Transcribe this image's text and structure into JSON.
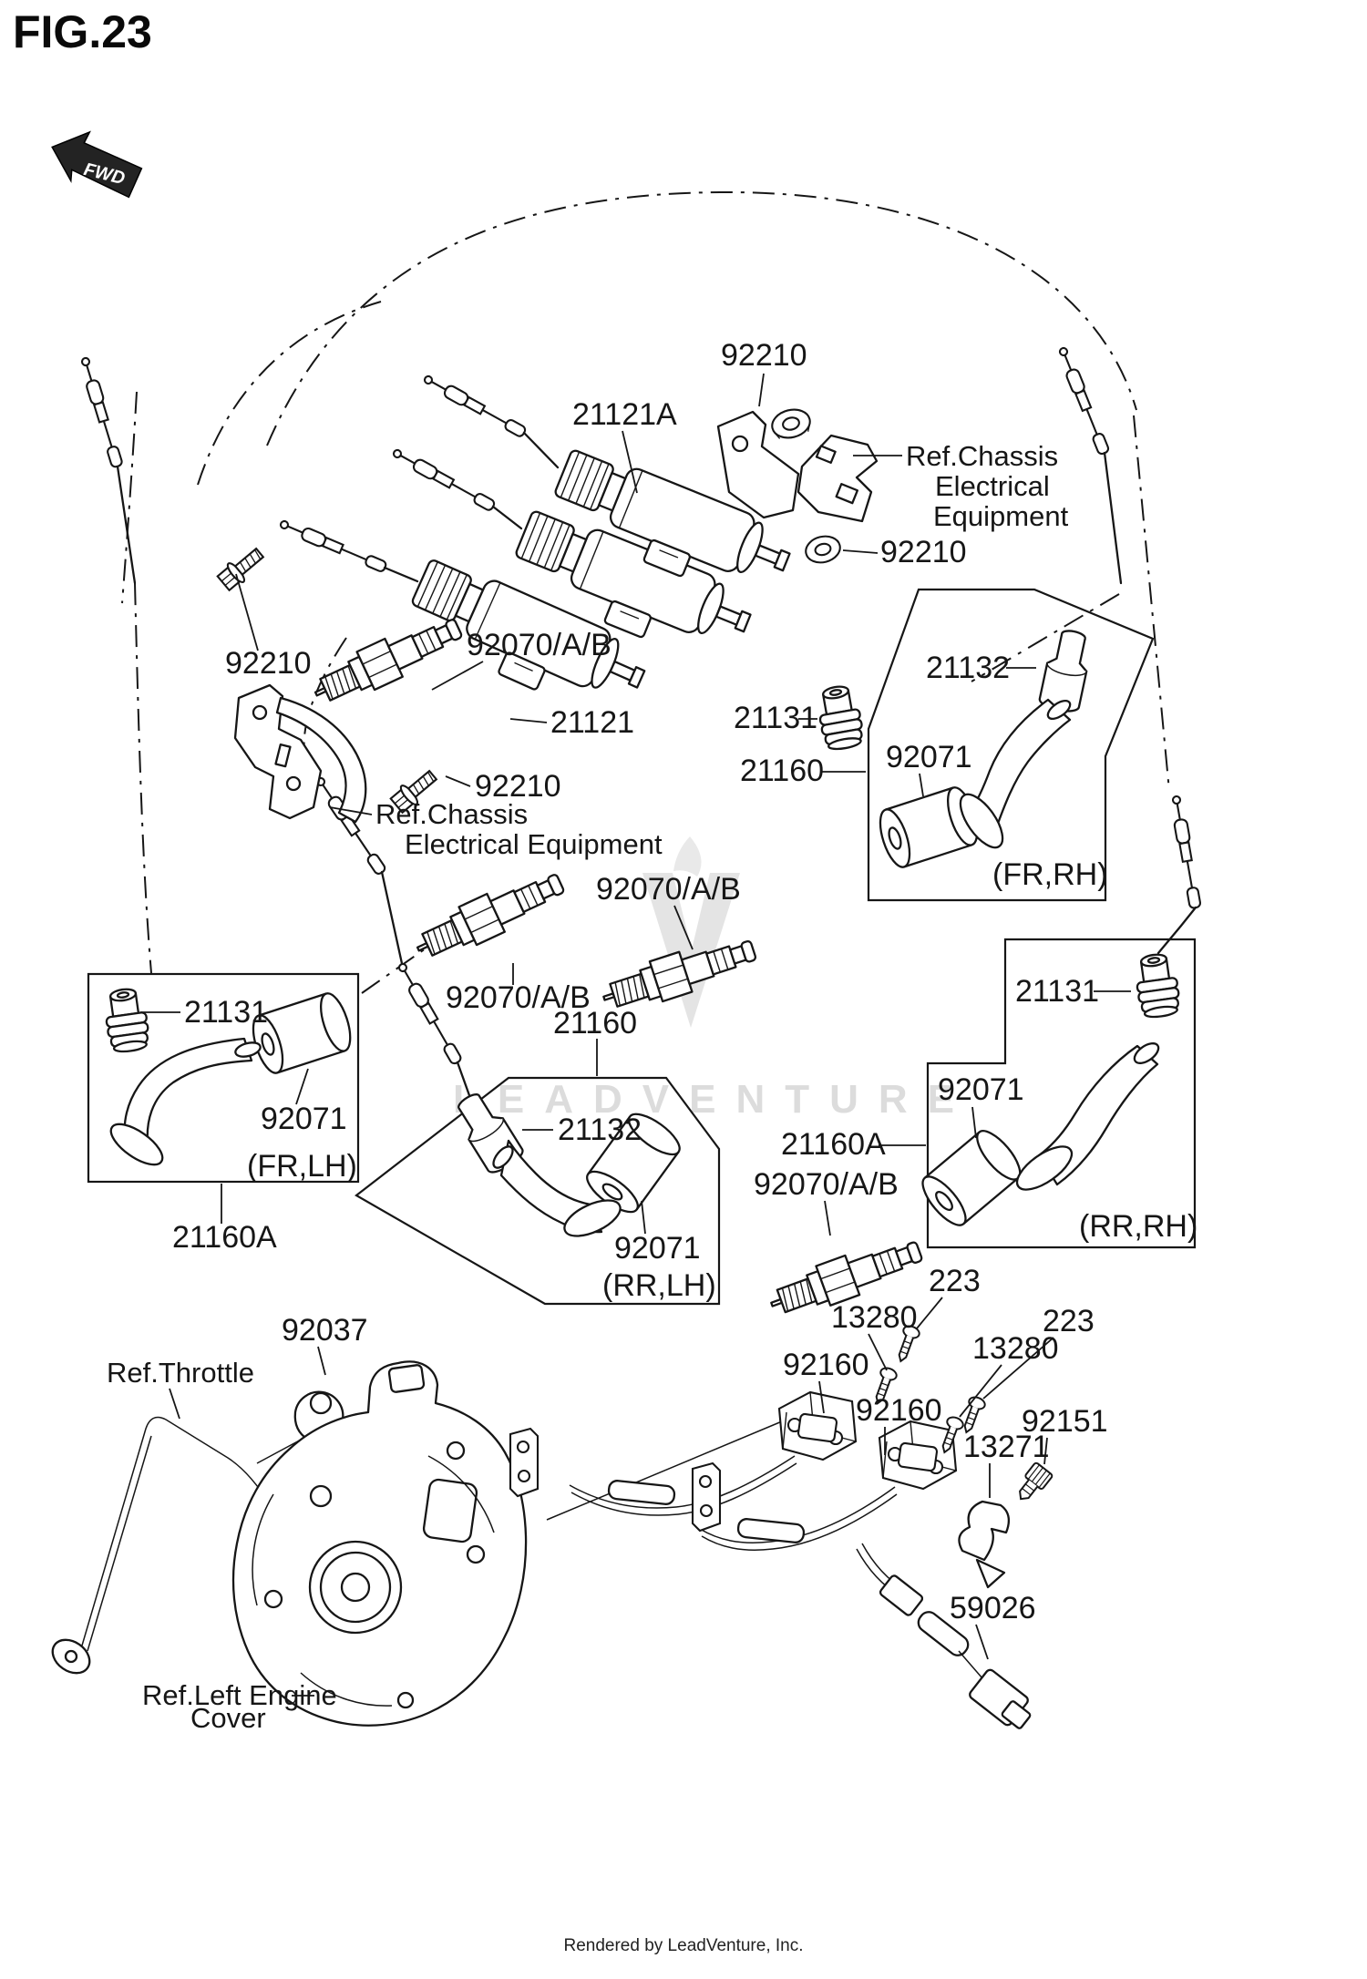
{
  "figure": {
    "title": "FIG.23"
  },
  "fwd_arrow": {
    "label": "FWD"
  },
  "watermark": {
    "text": "LEADVENTURE"
  },
  "footer": {
    "credit": "Rendered by LeadVenture, Inc."
  },
  "callouts": {
    "nut_top": "92210",
    "coil_upper": "21121A",
    "ref_chassis_top_1": "Ref.Chassis",
    "ref_chassis_top_2": "Electrical",
    "ref_chassis_top_3": "Equipment",
    "washer_right": "92210",
    "bolt_left": "92210",
    "coil_lower": "21121",
    "bolt_mid": "92210",
    "ref_chassis_left_1": "Ref.Chassis",
    "ref_chassis_left_2": "Electrical Equipment",
    "plug_front_left": "92070/A/B",
    "plug_mid": "92070/A/B",
    "plug_front_right": "92070/A/B",
    "plug_rear_right": "92070/A/B",
    "cap_21131_fr_rh": "21131",
    "assy_21160_fr_rh": "21160",
    "damper_92071_fr_rh": "92071",
    "boot_21132_fr_rh": "21132",
    "tag_fr_rh": "(FR,RH)",
    "cap_21131_fr_lh": "21131",
    "damper_92071_fr_lh": "92071",
    "tag_fr_lh": "(FR,LH)",
    "assy_21160a_fr_lh": "21160A",
    "assy_21160_rr_lh": "21160",
    "boot_21132_rr_lh": "21132",
    "damper_92071_rr_lh": "92071",
    "tag_rr_lh": "(RR,LH)",
    "assy_21160a_rr_rh": "21160A",
    "cap_21131_rr_rh": "21131",
    "damper_92071_rr_rh": "92071",
    "tag_rr_rh": "(RR,RH)",
    "screw_223_a": "223",
    "screw_13280_a": "13280",
    "pickup_92160_a": "92160",
    "screw_223_b": "223",
    "screw_13280_b": "13280",
    "pickup_92160_b": "92160",
    "screw_92151": "92151",
    "clamp_13271": "13271",
    "sensor_59026": "59026",
    "clamp_92037": "92037",
    "ref_throttle": "Ref.Throttle",
    "ref_engine_cover_1": "Ref.Left Engine",
    "ref_engine_cover_2": "Cover"
  }
}
